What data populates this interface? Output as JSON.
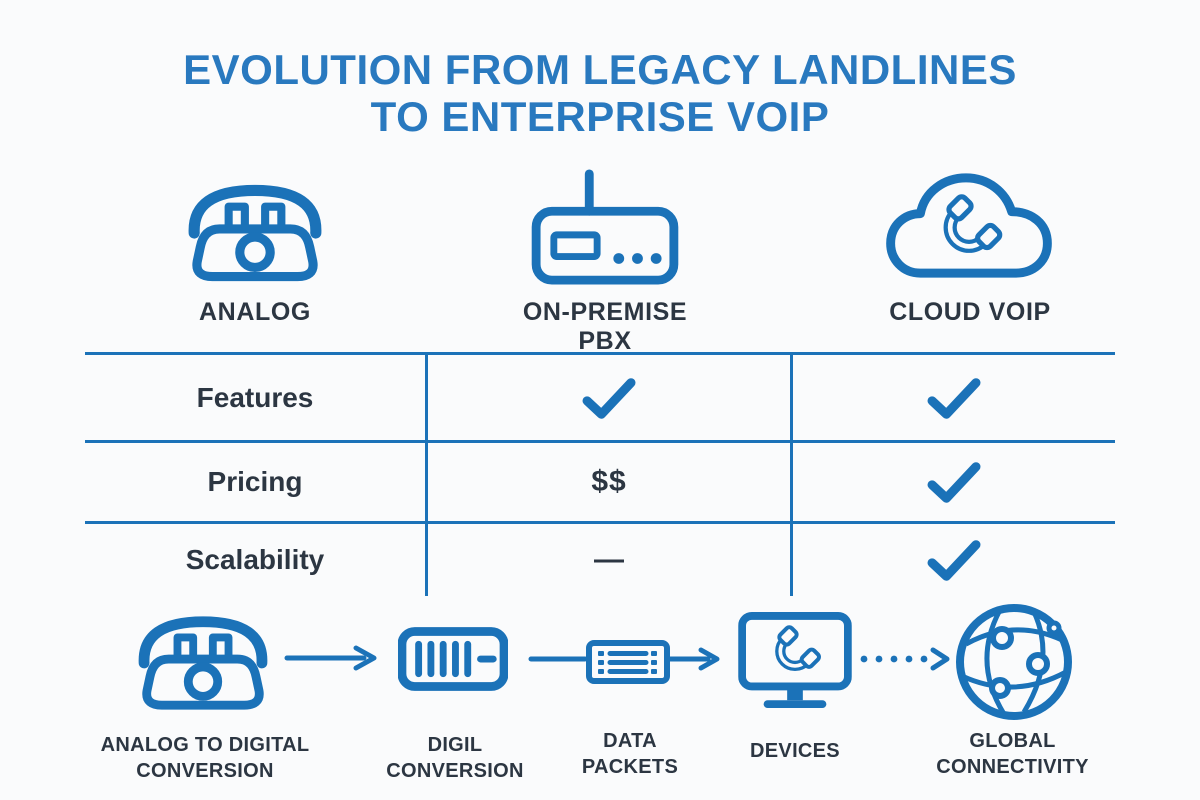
{
  "title": {
    "line1": "EVOLUTION FROM LEGACY LANDLINES",
    "line2": "TO ENTERPRISE VOIP"
  },
  "colors": {
    "accent": "#1b72b8",
    "title_blue": "#2979bf",
    "text_dark": "#2c3642",
    "bg": "#fafbfc"
  },
  "columns": [
    {
      "label": "ANALOG",
      "icon": "rotary-phone-icon"
    },
    {
      "label": "ON-PREMISE PBX",
      "icon": "pbx-box-icon"
    },
    {
      "label": "CLOUD VOIP",
      "icon": "cloud-phone-icon"
    }
  ],
  "table": {
    "rows": [
      {
        "label": "Features",
        "cells": [
          {
            "type": "check",
            "value": "check"
          },
          {
            "type": "check",
            "value": "check"
          }
        ]
      },
      {
        "label": "Pricing",
        "cells": [
          {
            "type": "text",
            "value": "$$"
          },
          {
            "type": "check",
            "value": "check"
          }
        ]
      },
      {
        "label": "Scalability",
        "cells": [
          {
            "type": "text",
            "value": "—"
          },
          {
            "type": "check",
            "value": "check"
          }
        ]
      }
    ]
  },
  "flow": {
    "steps": [
      {
        "icon": "rotary-phone-icon",
        "label_lines": [
          "ANALOG TO DIGITAL",
          "CONVERSION"
        ]
      },
      {
        "icon": "digital-converter-icon",
        "label_lines": [
          "DIGIL",
          "CONVERSION"
        ]
      },
      {
        "icon": "data-packets-icon",
        "label_lines": [
          "DATA",
          "PACKETS"
        ]
      },
      {
        "icon": "monitor-phone-icon",
        "label_lines": [
          "DEVICES"
        ]
      },
      {
        "icon": "globe-network-icon",
        "label_lines": [
          "GLOBAL",
          "CONNECTIVITY"
        ]
      }
    ],
    "connectors": [
      "solid-arrow",
      "plain-line",
      "solid-arrow",
      "dotted-arrow"
    ]
  }
}
